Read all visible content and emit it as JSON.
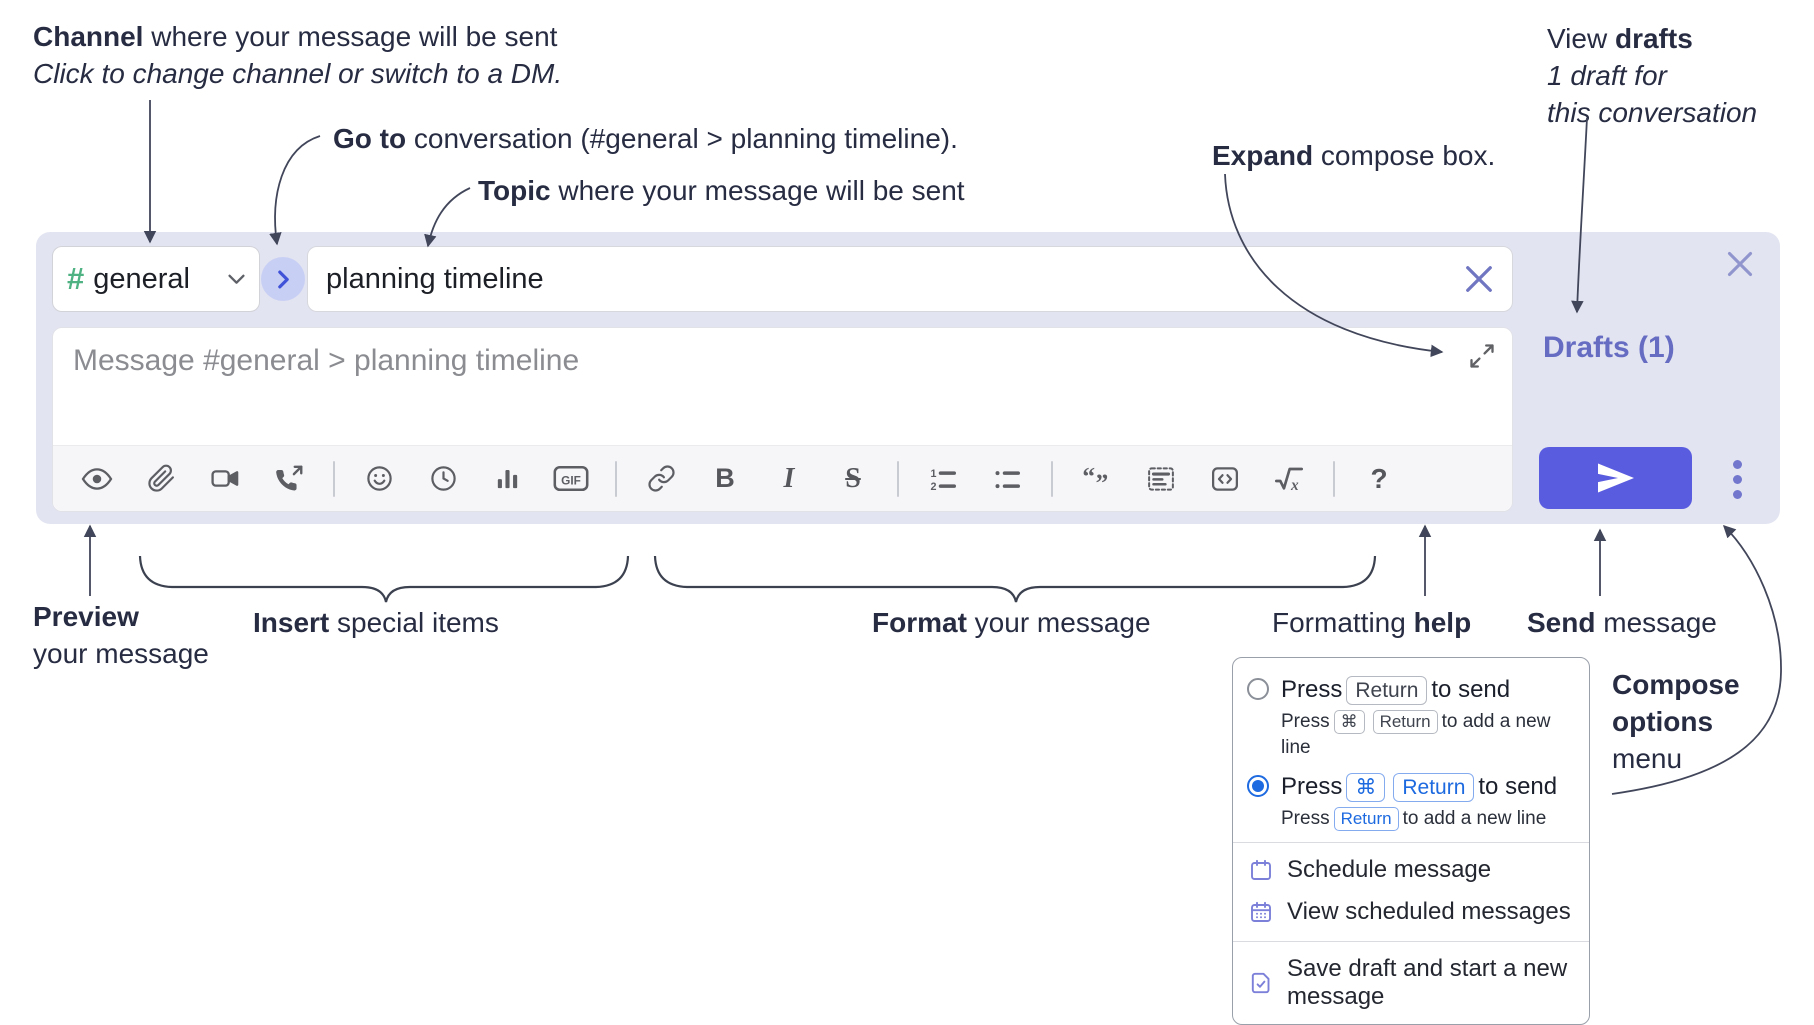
{
  "annotations": {
    "channel": {
      "bold": "Channel",
      "rest": " where your message will be sent",
      "sub": "Click to change channel or switch to a DM."
    },
    "goto": {
      "bold": "Go to",
      "rest": " conversation (#general > planning timeline)."
    },
    "topic": {
      "bold": "Topic",
      "rest": " where your message will be sent"
    },
    "expand": {
      "bold": "Expand",
      "rest": " compose box."
    },
    "drafts": {
      "pre": "View ",
      "bold": "drafts",
      "line2": "1 draft for",
      "line3": "this conversation"
    },
    "preview": {
      "bold": "Preview",
      "line2": "your message"
    },
    "insert": {
      "bold": "Insert",
      "rest": " special items"
    },
    "format": {
      "bold": "Format",
      "rest": " your message"
    },
    "formatting_help": {
      "pre": "Formatting ",
      "bold": "help"
    },
    "send": {
      "bold": "Send",
      "rest": " message"
    },
    "compose_options": {
      "line1": "Compose",
      "line2": "options",
      "line3": "menu"
    }
  },
  "composer": {
    "channel": {
      "hash": "#",
      "name": "general"
    },
    "topic": {
      "value": "planning timeline"
    },
    "message": {
      "placeholder": "Message #general > planning timeline"
    },
    "drafts_label": "Drafts (1)",
    "toolbar": {
      "gif": "GIF",
      "bold": "B",
      "italic": "I",
      "strike": "S",
      "quote_open": "“",
      "quote_close": "”",
      "formula_x": "x",
      "help": "?"
    }
  },
  "popup": {
    "option1": {
      "press": "Press",
      "key": "Return",
      "tail": "to send",
      "sub_press": "Press",
      "sub_key1": "⌘",
      "sub_key2": "Return",
      "sub_tail": "to add a new line"
    },
    "option2": {
      "press": "Press",
      "key1": "⌘",
      "key2": "Return",
      "tail": "to send",
      "sub_press": "Press",
      "sub_key": "Return",
      "sub_tail": "to add a new line"
    },
    "items": {
      "schedule": "Schedule message",
      "view_scheduled": "View scheduled messages",
      "save_draft": "Save draft and start a new message"
    }
  },
  "colors": {
    "composer_background": "#e2e4f1",
    "send_button": "#5a5ce0",
    "periwinkle_accent": "#7277cd",
    "selected_option_blue": "#1e6ae0",
    "channel_hash_green": "#4eb283"
  }
}
